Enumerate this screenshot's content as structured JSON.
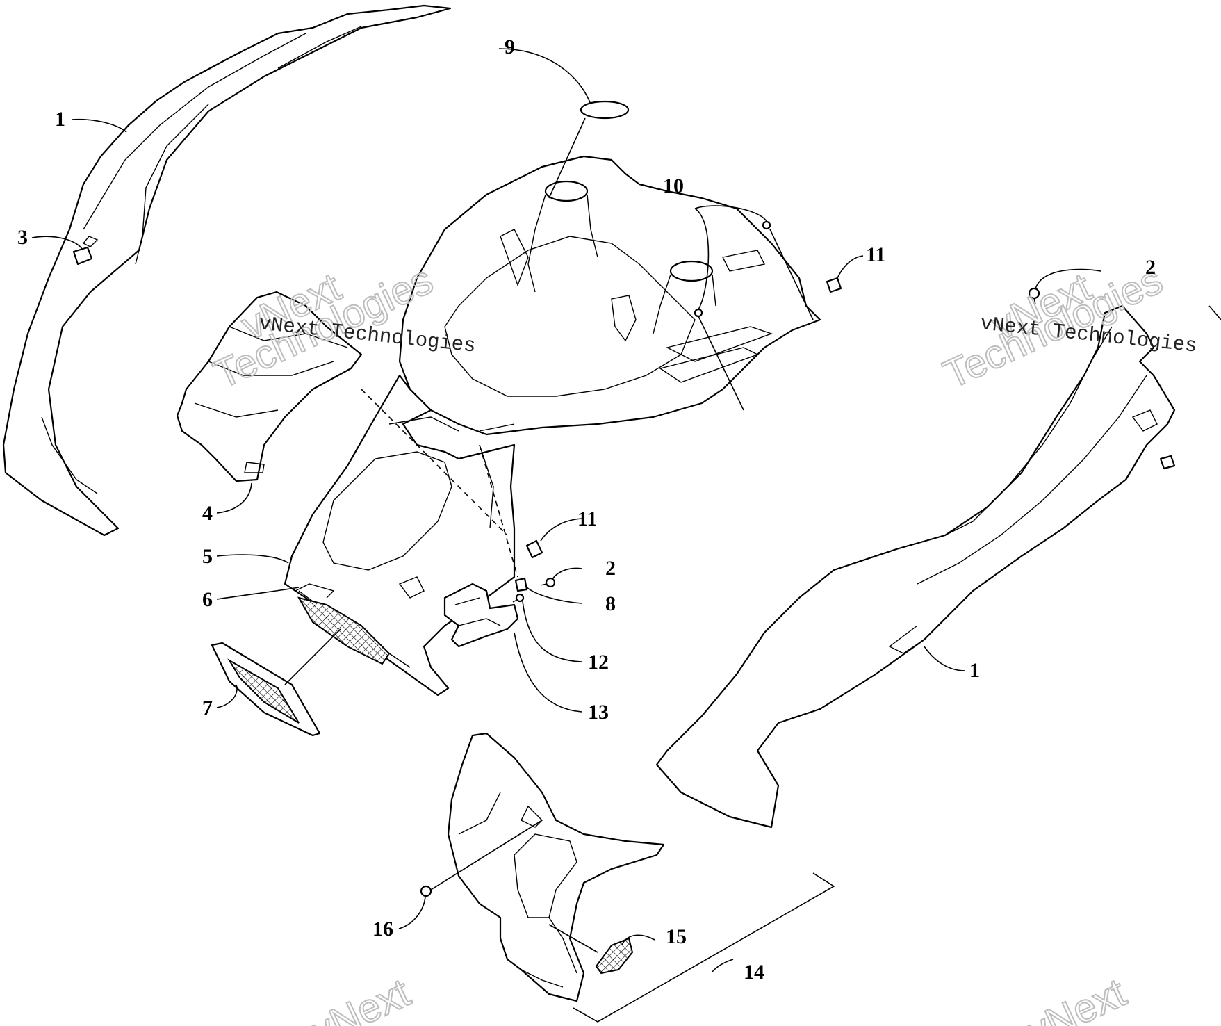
{
  "callouts": {
    "c1a": "1",
    "c1b": "1",
    "c2a": "2",
    "c2b": "2",
    "c3": "3",
    "c4": "4",
    "c5": "5",
    "c6": "6",
    "c7": "7",
    "c8": "8",
    "c9": "9",
    "c10": "10",
    "c11a": "11",
    "c11b": "11",
    "c12": "12",
    "c13": "13",
    "c14": "14",
    "c15": "15",
    "c16": "16"
  },
  "watermark": {
    "small_text": "vNext Technologies",
    "big_line1": "vNext",
    "big_line2": "Technologies"
  }
}
